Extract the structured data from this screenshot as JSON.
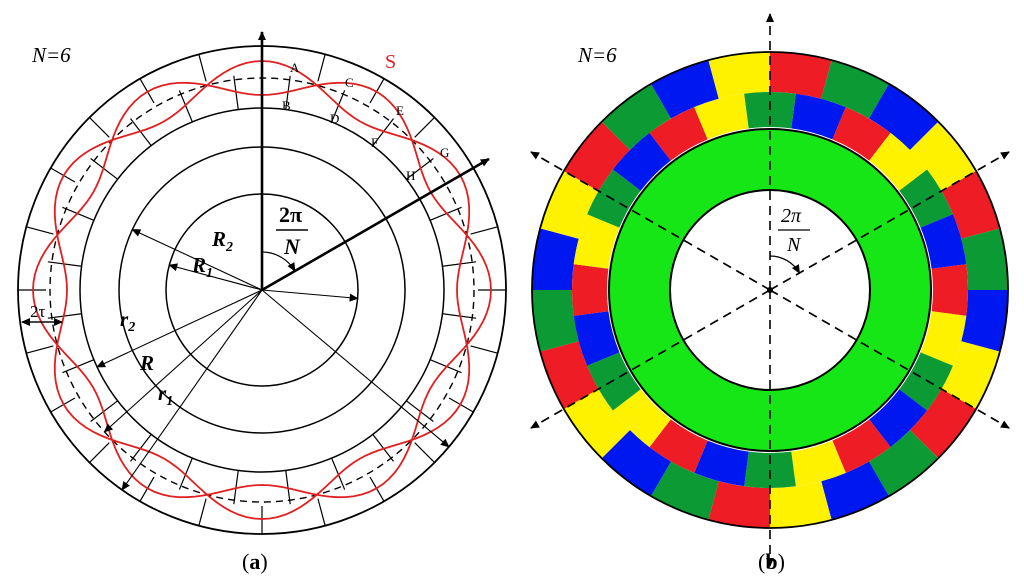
{
  "panel_a": {
    "n_label": "N=6",
    "curve_label": "S",
    "angle_num": "2π",
    "angle_den": "N",
    "caption_open": "(",
    "caption_letter": "a",
    "caption_close": ")",
    "cell_labels": [
      "A",
      "B",
      "C",
      "D",
      "E",
      "F",
      "G",
      "H"
    ],
    "radius_labels": {
      "R2": {
        "main": "R",
        "sub": "2"
      },
      "R1": {
        "main": "R",
        "sub": "1"
      },
      "r2": {
        "main": "r",
        "sub": "2"
      },
      "R": {
        "main": "R",
        "sub": ""
      },
      "r1": {
        "main": "r",
        "sub": "1"
      }
    },
    "tau_label": "2τ",
    "colors": {
      "curve": "#e02020",
      "lines": "#000000"
    }
  },
  "panel_b": {
    "n_label": "N=6",
    "angle_num": "2π",
    "angle_den": "N",
    "caption_open": "(",
    "caption_letter": "b",
    "caption_close": ")",
    "colors": {
      "red": "#ee1c25",
      "green": "#0b9a33",
      "blue": "#0018f0",
      "yellow": "#fff200",
      "inner_ring": "#16e616"
    },
    "outer_ring_pattern": [
      "red",
      "green",
      "blue",
      "yellow"
    ],
    "middle_ring_pattern": [
      "blue",
      "red",
      "yellow",
      "green"
    ]
  }
}
